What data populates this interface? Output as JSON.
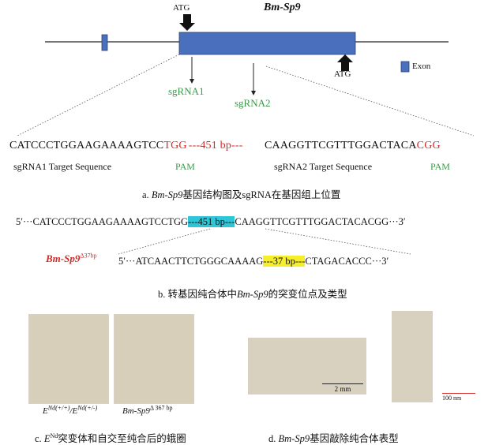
{
  "panel_a": {
    "gene_title": "Bm-Sp9",
    "atg_top": "ATG",
    "atg_bottom": "ATG",
    "legend_exon": "Exon",
    "sgrna1": "sgRNA1",
    "sgrna2": "sgRNA2",
    "seq_left": "CATCCCTGGAAGAAAAGTCC",
    "pam_left": "TGG",
    "gap": "---451 bp---",
    "seq_right": "CAAGGTTCGTTTGGACTACA",
    "pam_right": "CGG",
    "label_target1": "sgRNA1 Target Sequence",
    "label_pam1": "PAM",
    "label_target2": "sgRNA2 Target Sequence",
    "label_pam2": "PAM",
    "caption_prefix": "a.",
    "caption_gene": "Bm-Sp9",
    "caption_rest": "基因结构图及sgRNA在基因组上位置",
    "colors": {
      "exon": "#4a6fbd",
      "pam": "#d42a2a",
      "guide": "#3a9a48"
    }
  },
  "panel_b": {
    "wt_prefix": "5′···CATCCCTGGAAGAAAAGTCCTGG",
    "wt_deletion": "---451 bp---",
    "wt_suffix": "CAAGGTTCGTTTGGACTACACGG···3′",
    "mut_name": "Bm-Sp9",
    "mut_sup": "Δ37bp",
    "mut_prefix": "5′···ATCAACTTCTGGGCAAAAG",
    "mut_deletion": "---37 bp---",
    "mut_suffix": "CTAGACACCC···3′",
    "caption_prefix": "b.",
    "caption_pre": "转基因纯合体中",
    "caption_gene": "Bm-Sp9",
    "caption_post": "的突变位点及类型",
    "colors": {
      "cyan": "#2ec6d6",
      "yellow": "#f6ee2a"
    }
  },
  "panel_c": {
    "label_left_base": "E",
    "label_left_sup1": "Nd(+/+)",
    "label_left_mid": "/E",
    "label_left_sup2": "Nd(+/-)",
    "label_right": "Bm-Sp9",
    "label_right_sup": "Δ 367 bp",
    "caption_prefix": "c.",
    "caption_e": "E",
    "caption_sup": "Nd",
    "caption_rest": "突变体和自交至纯合后的蛾圈"
  },
  "panel_d": {
    "scale_left": "2 mm",
    "scale_right": "100 nm",
    "caption_prefix": "d.",
    "caption_gene": "Bm-Sp9",
    "caption_rest": "基因敲除纯合体表型"
  }
}
